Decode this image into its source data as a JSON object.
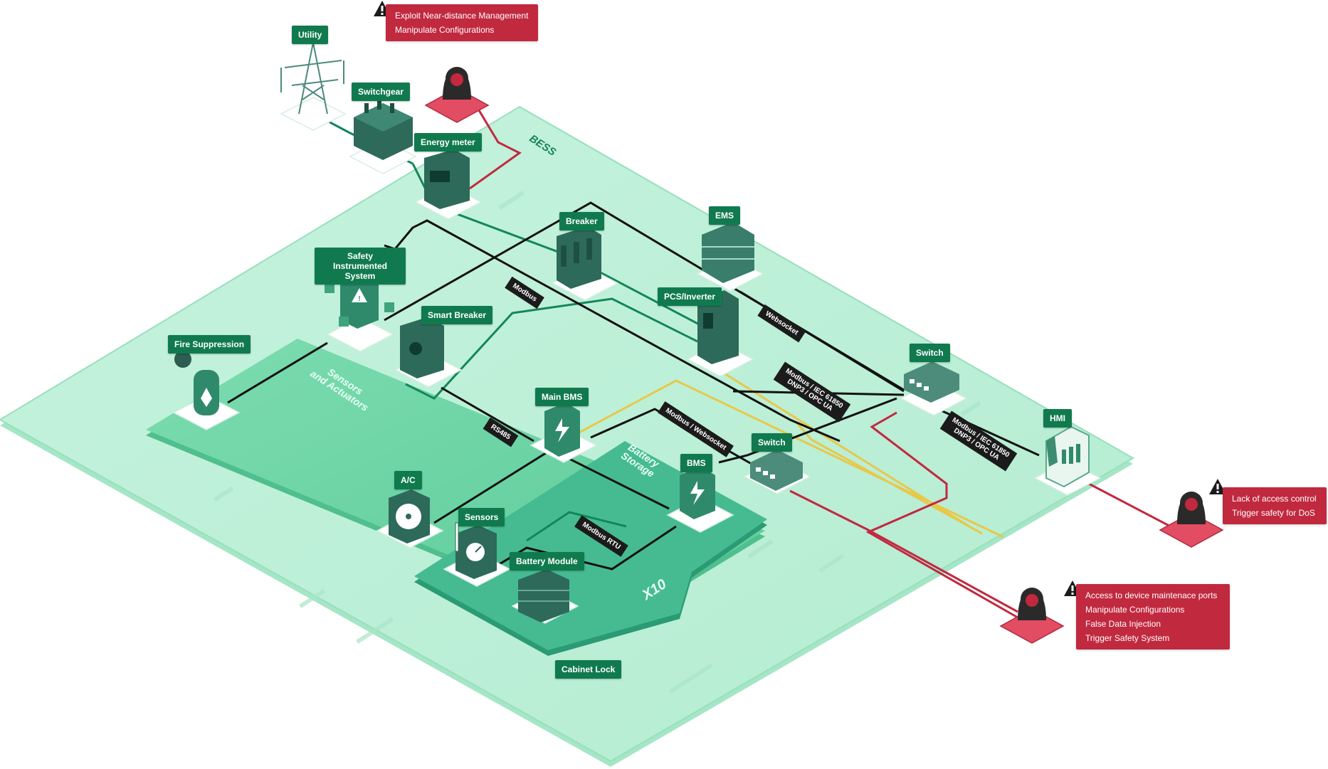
{
  "zones": {
    "bess": "BESS",
    "sensors_actuators": [
      "Sensors",
      "and Actuators"
    ],
    "battery_storage": [
      "Battery",
      "Storage"
    ],
    "multiplier": "X10"
  },
  "components": {
    "utility": "Utility",
    "switchgear": "Switchgear",
    "energy_meter": "Energy meter",
    "breaker": "Breaker",
    "ems": "EMS",
    "safety_instrumented_system": [
      "Safety Instrumented",
      "System"
    ],
    "smart_breaker": "Smart Breaker",
    "pcs_inverter": "PCS/Inverter",
    "fire_suppression": "Fire Suppression",
    "main_bms": "Main BMS",
    "switch_center": "Switch",
    "switch_right": "Switch",
    "hmi": "HMI",
    "bms": "BMS",
    "ac": "A/C",
    "sensors": "Sensors",
    "battery_module": "Battery Module",
    "cabinet_lock": "Cabinet Lock"
  },
  "protocols": {
    "modbus": "Modbus",
    "websocket": "Websocket",
    "modbus_iec_right": [
      "Modbus / IEC 61850",
      "DNP3 / OPC UA"
    ],
    "modbus_iec_center": [
      "Modbus / IEC 61850",
      "DNP3 / OPC UA"
    ],
    "rs485": "RS485",
    "modbus_websocket": "Modbus / Websocket",
    "modbus_rtu": "Modbus RTU"
  },
  "threats": {
    "top": [
      "Exploit Near-distance Management",
      "Manipulate Configurations"
    ],
    "right": [
      "Lack of access control",
      "Trigger safety for DoS"
    ],
    "bottom": [
      "Access to device maintenace ports",
      "Manipulate Configurations",
      "False Data Injection",
      "Trigger Safety System"
    ]
  },
  "icons": {
    "attacker": "hooded-attacker-icon",
    "warning": "warning-triangle-icon",
    "fire": "flame-icon",
    "fan": "fan-icon",
    "bolt": "lightning-bolt-icon",
    "gauge": "gauge-icon",
    "tower": "transmission-tower-icon"
  },
  "colors": {
    "label_bg": "#107a4e",
    "platform": "#bdf0d8",
    "zone": "#6fd3a5",
    "battery_zone": "#3fb58c",
    "device": "#2d6a5a",
    "comm_link": "#111111",
    "power_link": "#138a5c",
    "attack_link": "#c1293f",
    "dc_link": "#e8c84a",
    "threat_bg": "#c1293f"
  }
}
